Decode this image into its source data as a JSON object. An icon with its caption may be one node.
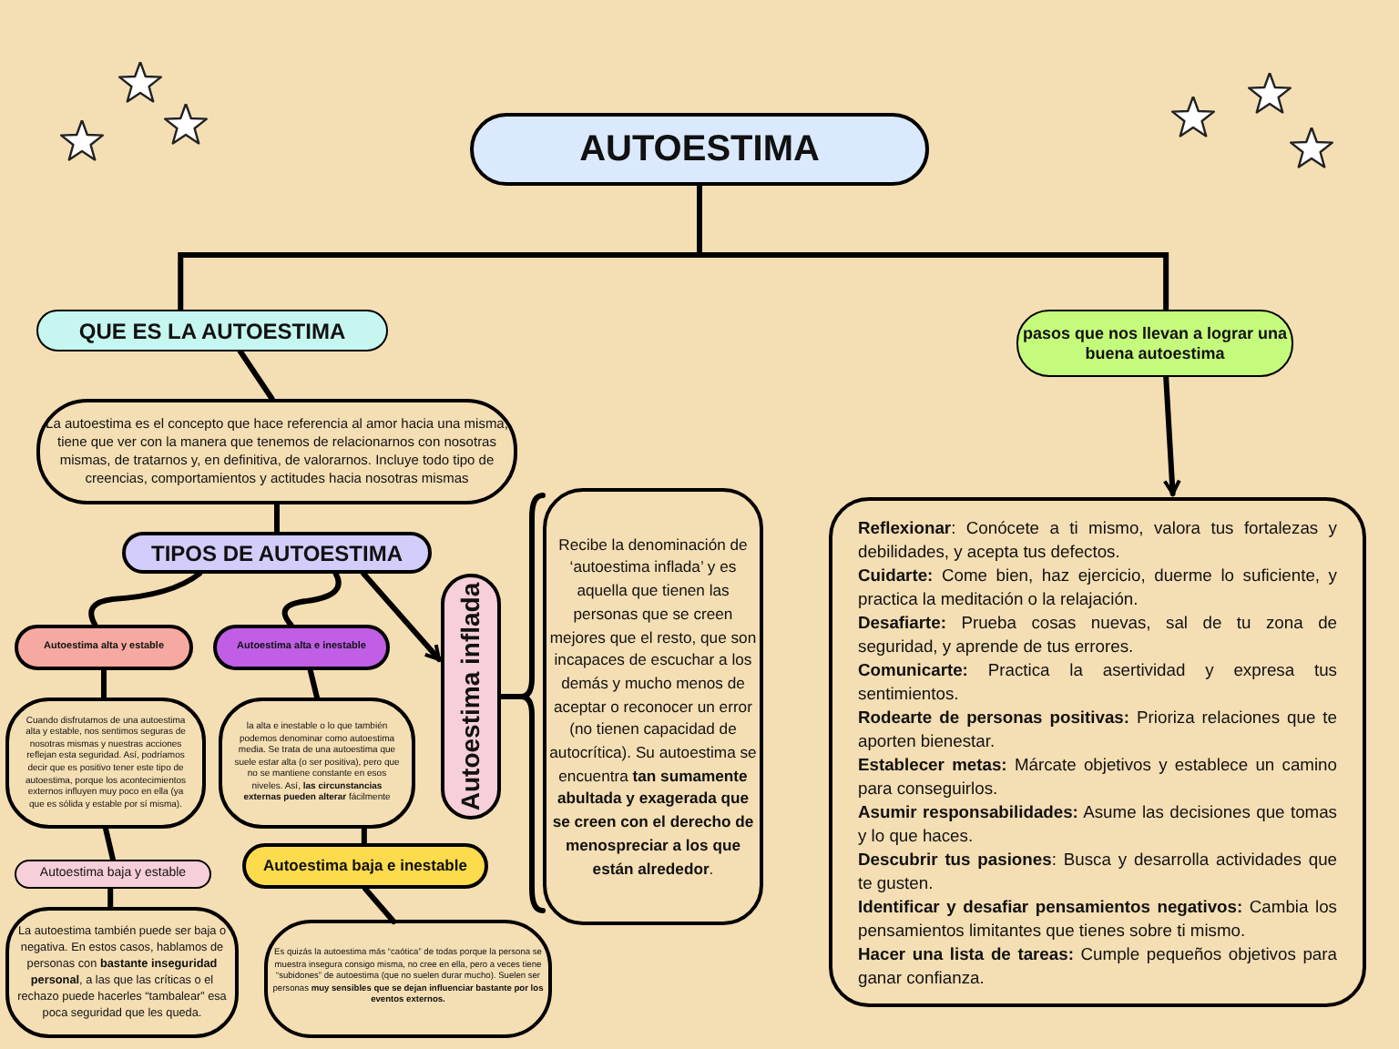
{
  "diagram": {
    "nodes": [
      {
        "text": [
          "AUTOESTIMA"
        ]
      },
      {
        "text": [
          "QUE ES LA AUTOESTIMA"
        ]
      },
      {
        "text": [
          "pasos que nos llevan a lograr una buena autoestima"
        ]
      },
      {
        "text": [
          "La autoestima es el concepto que hace referencia al amor hacia una misma; tiene que ver con la manera que tenemos de relacionarnos con nosotras mismas, de tratarnos y, en definitiva, de valorarnos. Incluye todo tipo de creencias, comportamientos y actitudes hacia nosotras mismas"
        ]
      },
      {
        "text": [
          "TIPOS DE AUTOESTIMA"
        ]
      },
      {
        "text": [
          "Autoestima alta y estable"
        ]
      },
      {
        "text": [
          "Autoestima alta e inestable"
        ]
      },
      {
        "text": [
          "Autoestima inflada"
        ]
      },
      {
        "text": [
          "Cuando disfrutamos de una autoestima alta y estable, nos sentimos seguras de nosotras mismas y nuestras acciones reflejan esta seguridad. Así, podríamos decir que es positivo tener este tipo de autoestima, porque los acontecimientos externos influyen muy poco en ella (ya que es sólida y estable por sí misma)."
        ]
      },
      {
        "text": [
          "la alta e inestable o lo que también podemos denominar como autoestima media. Se trata de una autoestima que suele estar alta (o ser positiva), pero que no se mantiene constante en esos niveles. Así, **las circunstancias externas pueden alterar** fácilmente"
        ]
      },
      {
        "text": [
          "Autoestima baja y estable"
        ]
      },
      {
        "text": [
          "Autoestima baja e inestable"
        ]
      },
      {
        "text": [
          "Recibe la denominación de ‘autoestima inflada’ y es aquella que tienen las personas que se creen mejores que el resto, que son incapaces de escuchar a los demás y mucho menos de aceptar o reconocer un error (no tienen capacidad de autocrítica). Su autoestima se encuentra **tan sumamente abultada y exagerada que se creen con el derecho de menospreciar a los que están alrededor**."
        ]
      },
      {
        "text": [
          "La autoestima también puede ser baja o negativa. En estos casos, hablamos de personas con **bastante inseguridad personal**, a las que las críticas o el rechazo puede hacerles “tambalear” esa poca seguridad que les queda."
        ]
      },
      {
        "text": [
          "Es quizás la autoestima más “caótica” de todas porque la persona se muestra insegura consigo misma, no cree en ella, pero a veces tiene “subidones” de autoestima (que no suelen durar mucho). Suelen ser personas **muy sensibles que se dejan influenciar bastante por los eventos externos.**"
        ]
      },
      {
        "text": [
          "**Reflexionar**: Conócete a ti mismo, valora tus fortalezas y debilidades, y acepta tus defectos.",
          "**Cuidarte:** Come bien, haz ejercicio, duerme lo suficiente, y practica la meditación o la relajación.",
          "**Desafiarte:** Prueba cosas nuevas, sal de tu zona de seguridad, y aprende de tus errores.",
          "**Comunicarte:** Practica la asertividad y expresa tus sentimientos.",
          "**Rodearte de personas positivas:** Prioriza relaciones que te aporten bienestar.",
          "**Establecer metas:** Márcate objetivos y establece un camino para conseguirlos.",
          "**Asumir responsabilidades:** Asume las decisiones que tomas y lo que haces.",
          "**Descubrir tus pasiones**: Busca y desarrolla actividades que te gusten.",
          "**Identificar y desafiar pensamientos negativos:** Cambia los pensamientos limitantes que tienes sobre ti mismo.",
          "**Hacer una lista de tareas:** Cumple pequeños objetivos para ganar confianza."
        ]
      }
    ],
    "edges": [
      {
        "from": 0,
        "to": 1,
        "arrow": "none"
      },
      {
        "from": 0,
        "to": 2,
        "arrow": "none"
      },
      {
        "from": 1,
        "to": 3,
        "arrow": "none"
      },
      {
        "from": 3,
        "to": 4,
        "arrow": "none"
      },
      {
        "from": 4,
        "to": 5,
        "arrow": "none"
      },
      {
        "from": 4,
        "to": 6,
        "arrow": "none"
      },
      {
        "from": 4,
        "to": 7,
        "arrow": "to"
      },
      {
        "from": 7,
        "to": 12,
        "arrow": "none"
      },
      {
        "from": 5,
        "to": 8,
        "arrow": "none"
      },
      {
        "from": 6,
        "to": 9,
        "arrow": "none"
      },
      {
        "from": 8,
        "to": 10,
        "arrow": "none"
      },
      {
        "from": 9,
        "to": 11,
        "arrow": "none"
      },
      {
        "from": 10,
        "to": 13,
        "arrow": "none"
      },
      {
        "from": 11,
        "to": 14,
        "arrow": "none"
      },
      {
        "from": 2,
        "to": 15,
        "arrow": "to"
      }
    ]
  }
}
